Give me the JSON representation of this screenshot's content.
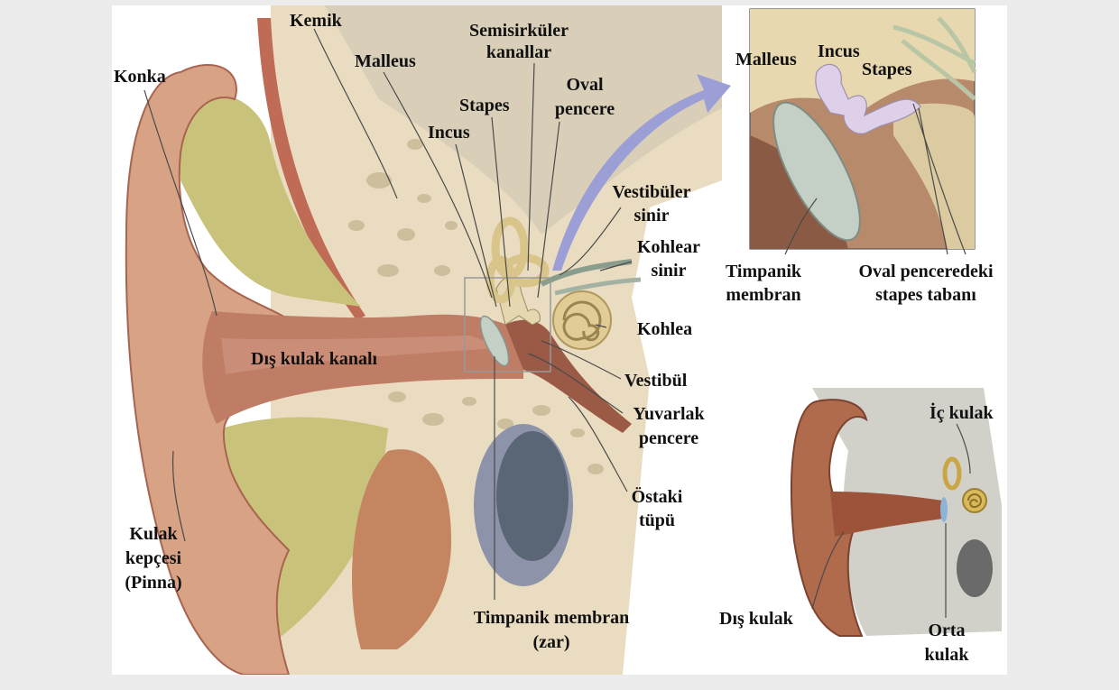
{
  "colors": {
    "skin": "#d8a285",
    "skin_dark": "#a86450",
    "canal": "#bf7d66",
    "fat": "#c9c27a",
    "bone": "#e9dcc0",
    "bone_pore": "#cdbf9c",
    "ossicle": "#ddd0e8",
    "membrane": "#c4cfc6",
    "tube": "#5a6676",
    "arrow": "#9b9fd6",
    "muscle": "#c06b55"
  },
  "main": {
    "labels": {
      "kemik": "Kemik",
      "konka": "Konka",
      "malleus": "Malleus",
      "semi_1": "Semisirküler",
      "semi_2": "kanallar",
      "stapes": "Stapes",
      "oval_1": "Oval",
      "oval_2": "pencere",
      "incus": "Incus",
      "vest_sinir_1": "Vestibüler",
      "vest_sinir_2": "sinir",
      "kohlear_sinir_1": "Kohlear",
      "kohlear_sinir_2": "sinir",
      "kohlea": "Kohlea",
      "dis_kulak_kanali": "Dış kulak kanalı",
      "vestibul": "Vestibül",
      "yuvarlak_1": "Yuvarlak",
      "yuvarlak_2": "pencere",
      "ostaki_1": "Östaki",
      "ostaki_2": "tüpü",
      "kepce_1": "Kulak",
      "kepce_2": "kepçesi",
      "kepce_3": "(Pinna)",
      "timpanik_1": "Timpanik membran",
      "timpanik_2": "(zar)"
    }
  },
  "inset": {
    "labels": {
      "malleus": "Malleus",
      "incus": "Incus",
      "stapes": "Stapes",
      "timpanik_1": "Timpanik",
      "timpanik_2": "membran",
      "oval_1": "Oval penceredeki",
      "oval_2": "stapes tabanı"
    }
  },
  "overview": {
    "labels": {
      "ic_kulak": "İç kulak",
      "dis_kulak": "Dış kulak",
      "orta_1": "Orta",
      "orta_2": "kulak"
    }
  }
}
